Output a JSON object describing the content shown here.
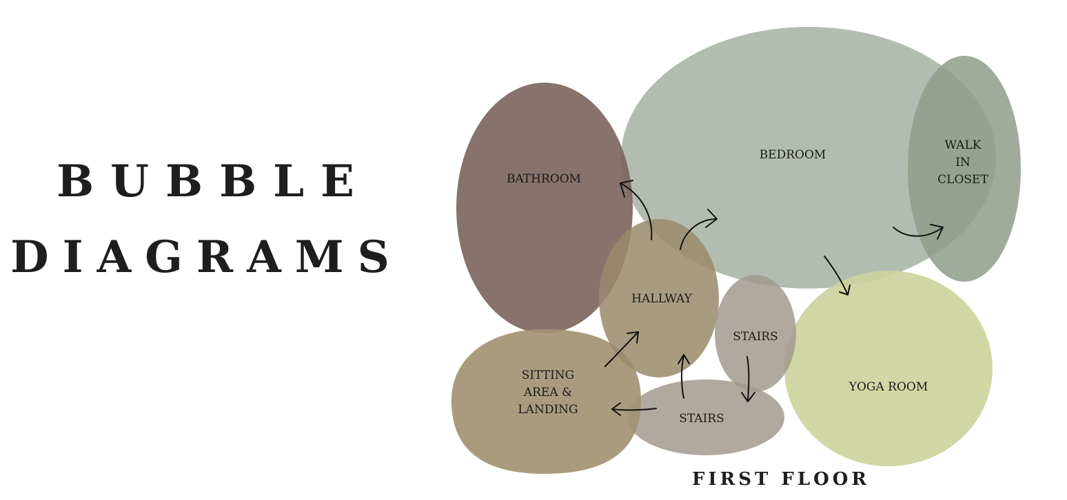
{
  "title": {
    "line1": "BUBBLE",
    "line2": "DIAGRAMS"
  },
  "rooms": {
    "bathroom": "BATHROOM",
    "bedroom": "BEDROOM",
    "closet": [
      "WALK",
      "IN",
      "CLOSET"
    ],
    "hallway": "HALLWAY",
    "stairs_upper": "STAIRS",
    "stairs_lower": "STAIRS",
    "sitting": [
      "SITTING",
      "AREA &",
      "LANDING"
    ],
    "yoga": "YOGA ROOM"
  },
  "floor_label": "FIRST FLOOR",
  "colors": {
    "bathroom": "#7d6660",
    "bedroom": "#a6b0a2",
    "closet": "#919c8b",
    "hallway": "#9a8a6a",
    "stairs": "#a29a8e",
    "sitting": "#a39373",
    "yoga": "#ccd29b",
    "yoga_text": "#8a8f63"
  }
}
